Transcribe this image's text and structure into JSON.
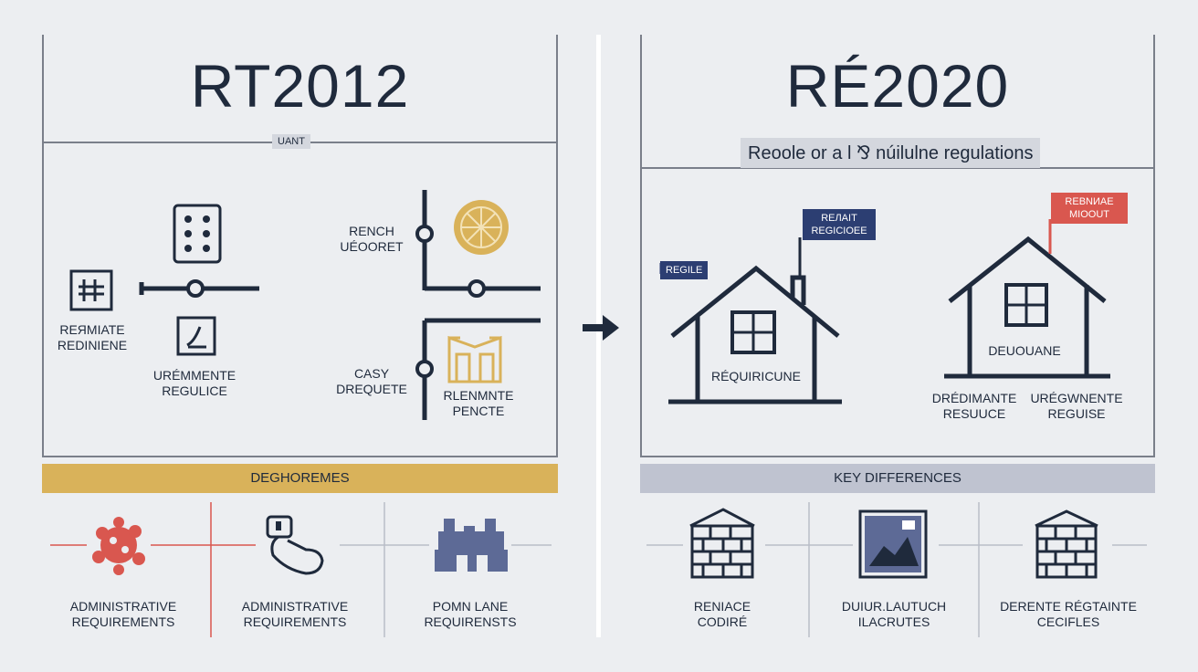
{
  "left": {
    "title": "RT2012",
    "chip": "UANT",
    "icon_labels": {
      "grid_label": "REЯMIATE\nREDINIENE",
      "doc_label": "URÉMMENTE\nREGULICE",
      "bench_label": "RENCH\nUÉOORET",
      "casy_label": "CASY\nDREQUETE",
      "building_label": "RLENMNTE\nPENCTE"
    },
    "banner": "DEGHOREMES",
    "bottom_items": [
      {
        "label": "ADMINISTRATIVE\nREQUIREMENTS",
        "icon": "gear-cluster-icon"
      },
      {
        "label": "ADMINISTRATIVE\nREQUIREMENTS",
        "icon": "hand-key-icon"
      },
      {
        "label": "POMN LANE\nREQUIRENSTS",
        "icon": "factory-icon"
      }
    ]
  },
  "right": {
    "title": "RÉ2020",
    "subtitle": "Reoole or a l ⅋ núilulne regulations",
    "flags": {
      "small": "REGILE",
      "blue": "REЛAIT\nREGICIOEE",
      "red": "REBNИAE\nMIOOUT"
    },
    "house1_label": "RÉQUIRICUNE",
    "house2_label": "DEUOUANE",
    "house2_sub_left": "DRÉDIMANTE\nRESUUCE",
    "house2_sub_right": "URÉGWNENTE\nREGUISE",
    "banner": "KEY DIFFERENCES",
    "bottom_items": [
      {
        "label": "RENIACE\nCODIRÉ",
        "icon": "brick-house-icon"
      },
      {
        "label": "DUIUR.LAUTUCH\nILACRUTES",
        "icon": "framed-picture-icon"
      },
      {
        "label": "DERENTE RÉGTAINTE\nCECIFLES",
        "icon": "brick-house-outline-icon"
      }
    ]
  },
  "colors": {
    "navy": "#1f2a3c",
    "gold": "#d9b25a",
    "red": "#d9574f",
    "blue": "#2c3e72",
    "banner_grey": "#bfc3d0"
  }
}
